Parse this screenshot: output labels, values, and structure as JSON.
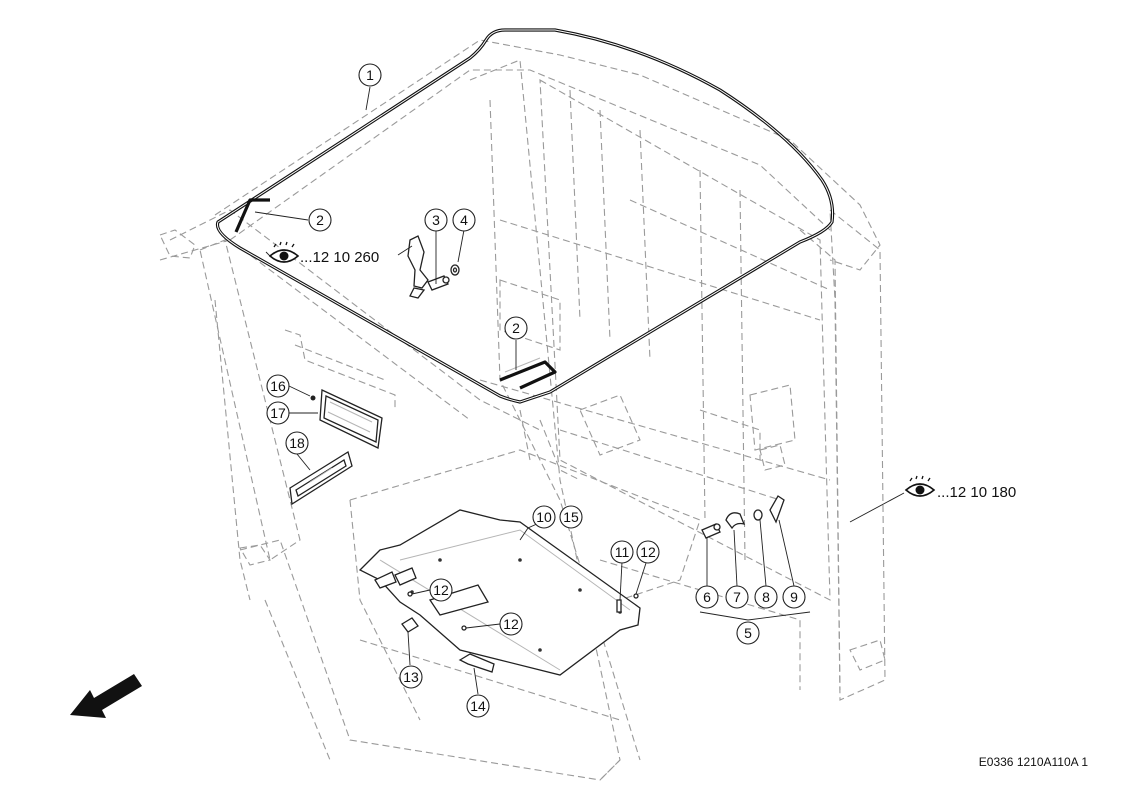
{
  "callouts": {
    "c1": "1",
    "c2a": "2",
    "c2b": "2",
    "c3": "3",
    "c4": "4",
    "c5": "5",
    "c6": "6",
    "c7": "7",
    "c8": "8",
    "c9": "9",
    "c10": "10",
    "c11": "11",
    "c12a": "12",
    "c12b": "12",
    "c12c": "12",
    "c13": "13",
    "c14": "14",
    "c15": "15",
    "c16": "16",
    "c17": "17",
    "c18": "18"
  },
  "references": {
    "ref_left": "...12 10 260",
    "ref_right": "...12 10 180",
    "ref_icon": "eye-icon"
  },
  "drawing_code": "E0336 1210A110A 1",
  "colors": {
    "line": "#222222",
    "dashed_frame": "#9a9a9a",
    "background": "#ffffff"
  }
}
